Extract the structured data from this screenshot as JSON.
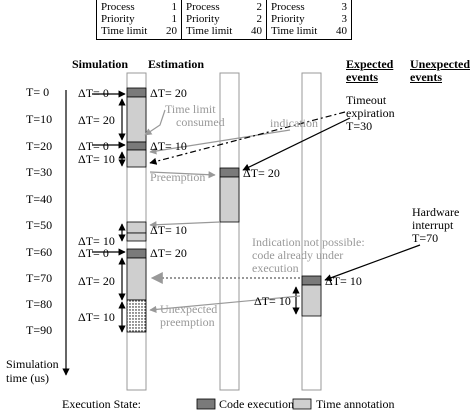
{
  "processes": [
    {
      "process_label": "Process",
      "process_id": "1",
      "priority_label": "Priority",
      "priority": "1",
      "time_limit_label": "Time limit",
      "time_limit": "20"
    },
    {
      "process_label": "Process",
      "process_id": "2",
      "priority_label": "Priority",
      "priority": "2",
      "time_limit_label": "Time limit",
      "time_limit": "40"
    },
    {
      "process_label": "Process",
      "process_id": "3",
      "priority_label": "Priority",
      "priority": "3",
      "time_limit_label": "Time limit",
      "time_limit": "40"
    }
  ],
  "headers": {
    "simulation": "Simulation",
    "estimation": "Estimation",
    "expected_line1": "Expected",
    "expected_line2": "events",
    "unexpected_line1": "Unexpected",
    "unexpected_line2": "events"
  },
  "time_labels": [
    "T= 0",
    "T=10",
    "T=20",
    "T=30",
    "T=40",
    "T=50",
    "T=60",
    "T=70",
    "T=80",
    "T=90"
  ],
  "delta_labels": {
    "d0_top": "ΔT= 0",
    "d20_top": "ΔT= 20",
    "d20_left": "ΔT= 20",
    "d0_t20": "ΔT= 0",
    "d10_t20": "ΔT= 10",
    "d10_t25": "ΔT= 10",
    "d20_p2": "ΔT= 20",
    "d10_t50": "ΔT= 10",
    "d10_t60a": "ΔT= 10",
    "d0_t60": "ΔT= 0",
    "d20_t60": "ΔT= 20",
    "d20_t70": "ΔT= 20",
    "d10_p3": "ΔT= 10",
    "d10_p3b": "ΔT= 10",
    "d10_t85": "ΔT= 10"
  },
  "annotations": {
    "time_limit_line1": "Time limit",
    "time_limit_line2": "consumed",
    "indication": "indication",
    "preemption": "Preemption",
    "timeout_line1": "Timeout",
    "timeout_line2": "expiration",
    "timeout_line3": "T=30",
    "hw_line1": "Hardware",
    "hw_line2": "interrupt",
    "hw_line3": "T=70",
    "not_possible_line1": "Indication not possible:",
    "not_possible_line2": "code already under",
    "not_possible_line3": "execution",
    "unexpected_line1": "Unexpected",
    "unexpected_line2": "preemption",
    "axis_line1": "Simulation",
    "axis_line2": "time (us)"
  },
  "legend": {
    "title": "Execution State:",
    "code_execution": "Code execution",
    "time_annotation": "Time annotation"
  },
  "colors": {
    "code_execution": "#7a7a7a",
    "time_annotation": "#cfcfcf",
    "gray_text": "#999999"
  }
}
